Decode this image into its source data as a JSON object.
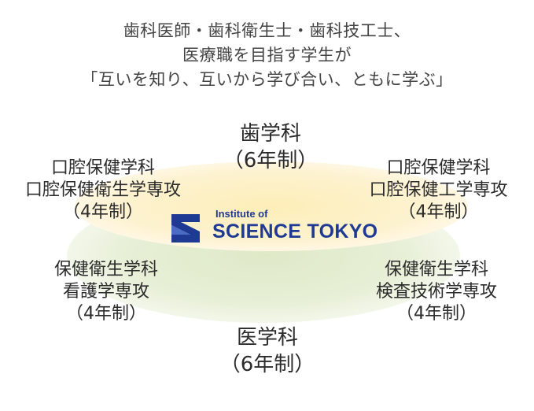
{
  "header": {
    "line1": "歯科医師・歯科衛生士・歯科技工士、",
    "line2": "医療職を目指す学生が",
    "line3": "「互いを知り、互いから学び合い、ともに学ぶ」"
  },
  "departments": {
    "top": {
      "line1": "歯学科",
      "line2": "（6年制）"
    },
    "upper_left": {
      "line1": "口腔保健学科",
      "line2": "口腔保健衛生学専攻",
      "line3": "（4年制）"
    },
    "upper_right": {
      "line1": "口腔保健学科",
      "line2": "口腔保健工学専攻",
      "line3": "（4年制）"
    },
    "lower_left": {
      "line1": "保健衛生学科",
      "line2": "看護学専攻",
      "line3": "（4年制）"
    },
    "lower_right": {
      "line1": "保健衛生学科",
      "line2": "検査技術学専攻",
      "line3": "（4年制）"
    },
    "bottom": {
      "line1": "医学科",
      "line2": "（6年制）"
    }
  },
  "logo": {
    "small_text": "Institute of",
    "big_text": "SCIENCE TOKYO"
  },
  "colors": {
    "brand": "#1f3a93",
    "ellipse_yellow": "#fdf0c4",
    "ellipse_green": "#e7efd6"
  }
}
